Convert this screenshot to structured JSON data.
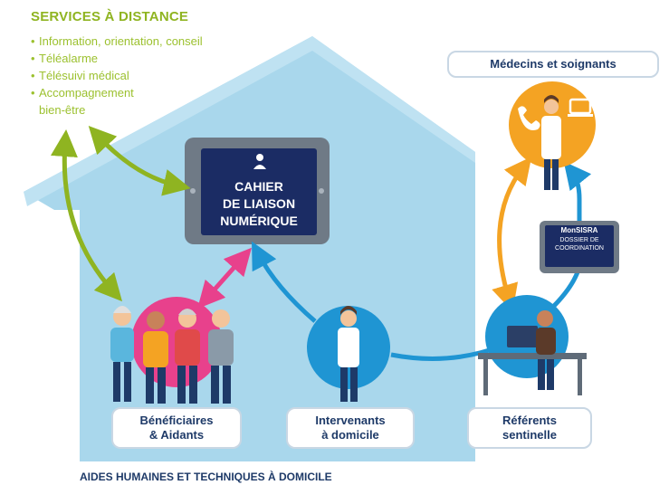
{
  "services": {
    "title": "SERVICES À DISTANCE",
    "items": [
      "Information, orientation, conseil",
      "Téléalarme",
      "Télésuivi médical",
      "Accompagnement",
      "bien-être"
    ]
  },
  "tablet": {
    "line1": "CAHIER",
    "line2": "DE LIAISON",
    "line3": "NUMÉRIQUE"
  },
  "medecins": {
    "label": "Médecins et soignants"
  },
  "monsisra": {
    "line1": "MonSISRA",
    "line2": "DOSSIER DE",
    "line3": "COORDINATION"
  },
  "beneficiaires": {
    "line1": "Bénéficiaires",
    "line2": "& Aidants"
  },
  "intervenants": {
    "line1": "Intervenants",
    "line2": "à domicile"
  },
  "referents": {
    "line1": "Référents",
    "line2": "sentinelle"
  },
  "footer": {
    "title": "AIDES HUMAINES ET TECHNIQUES À DOMICILE"
  },
  "colors": {
    "house": "#a9d7ec",
    "green_arrow": "#8fb421",
    "pink": "#e8418c",
    "blue_arrow": "#1f95d3",
    "orange": "#f4a323",
    "navy": "#1b2c64"
  }
}
